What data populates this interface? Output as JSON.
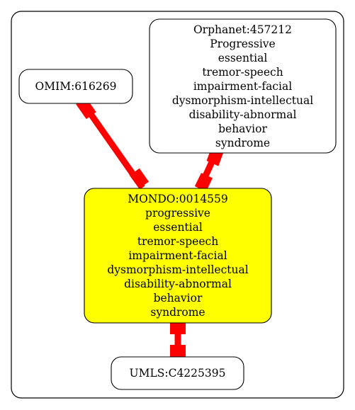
{
  "colors": {
    "edge": "#ff0000",
    "highlight_fill": "#ffff00",
    "node_fill": "#ffffff",
    "stroke": "#000000"
  },
  "nodes": {
    "omim": {
      "lines": [
        "OMIM:616269"
      ]
    },
    "orphanet": {
      "lines": [
        "Orphanet:457212",
        "Progressive",
        "essential",
        "tremor-speech",
        "impairment-facial",
        "dysmorphism-intellectual",
        "disability-abnormal",
        "behavior",
        "syndrome"
      ]
    },
    "mondo": {
      "lines": [
        "MONDO:0014559",
        "progressive",
        "essential",
        "tremor-speech",
        "impairment-facial",
        "dysmorphism-intellectual",
        "disability-abnormal",
        "behavior",
        "syndrome"
      ]
    },
    "umls": {
      "lines": [
        "UMLS:C4225395"
      ]
    }
  },
  "edges": [
    {
      "from": "omim",
      "to": "mondo"
    },
    {
      "from": "orphanet",
      "to": "mondo"
    },
    {
      "from": "mondo",
      "to": "umls"
    }
  ]
}
